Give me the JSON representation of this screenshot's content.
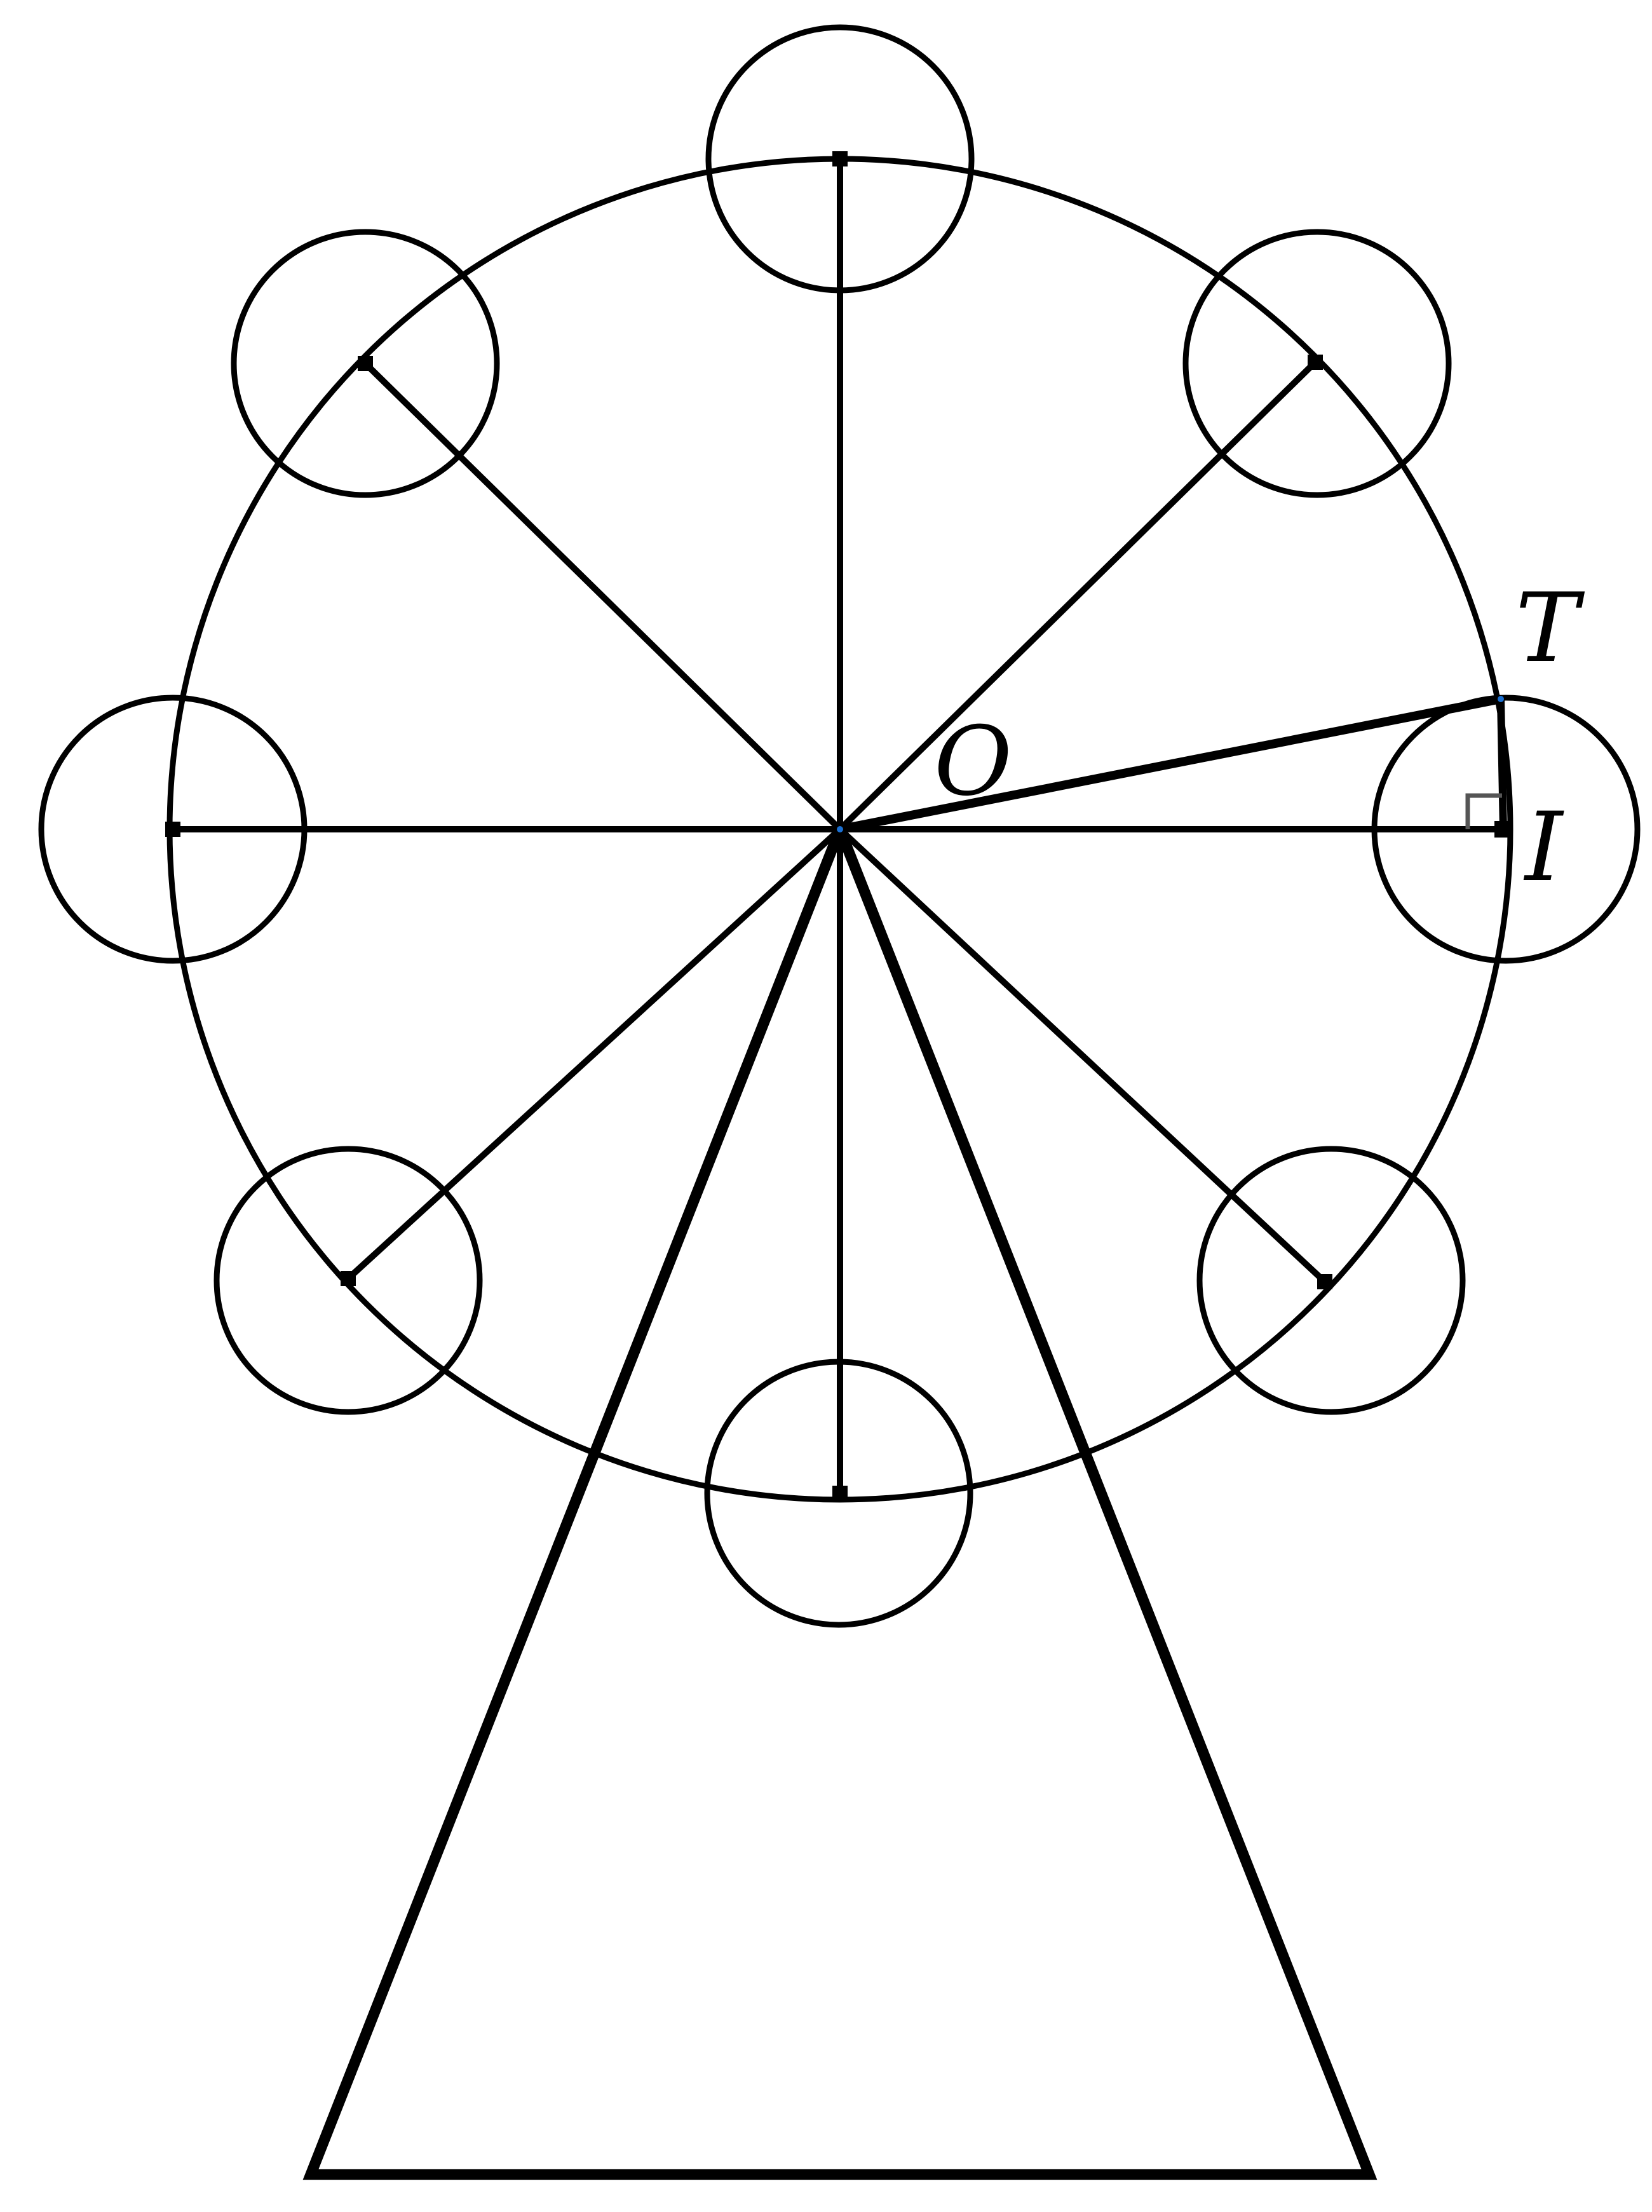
{
  "diagram": {
    "title": "Ferris wheel",
    "labels": {
      "center": "O",
      "point_t": "T",
      "point_i": "I"
    },
    "gondola_count": 8,
    "colors": {
      "stroke": "#000000",
      "background": "#ffffff",
      "point_marker": "#1a6fd1"
    }
  }
}
